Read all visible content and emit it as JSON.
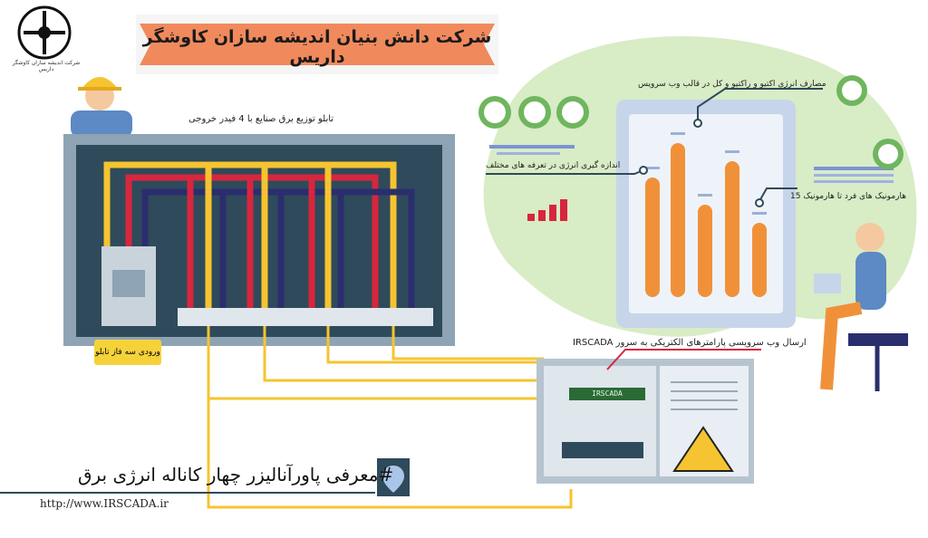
{
  "header": {
    "company_title": "شرکت دانش بنیان اندیشه سازان کاوشگر داریس",
    "logo_caption": "شرکت اندیشه سازان کاوشگر داریس"
  },
  "panel": {
    "label": "تابلو توزیع برق صنایع با 4 فیدر خروجی",
    "input_tag": "ورودی سه فاز تابلو"
  },
  "analyzer": {
    "web_service_label": "ارسال وب سرویسی پارامترهای الکتریکی به سرور IRSCADA",
    "screen_text": "IRSCADA"
  },
  "dashboard": {
    "energy_label": "مصارف انرژی اکتیو و راکتیو و کل در قالب وب سرویس",
    "measure_label": "اندازه گیری انرژی در تعرفه های مختلف",
    "harmonic_label": "هارمونیک های فرد تا هارمونیک 15"
  },
  "footer": {
    "title": "#معرفی پاورآنالیزر چهار کاناله انرژی برق",
    "url": "http://www.IRSCADA.ir"
  },
  "colors": {
    "panel_frame": "#8ea3b3",
    "panel_inner": "#2f4a5a",
    "bus_yellow": "#f6c430",
    "bus_red": "#d7263d",
    "bus_navy": "#2a2e6e",
    "bar_orange": "#f0913a",
    "green_blob": "#d8ecc6",
    "banner_salmon": "#f08a5d"
  }
}
